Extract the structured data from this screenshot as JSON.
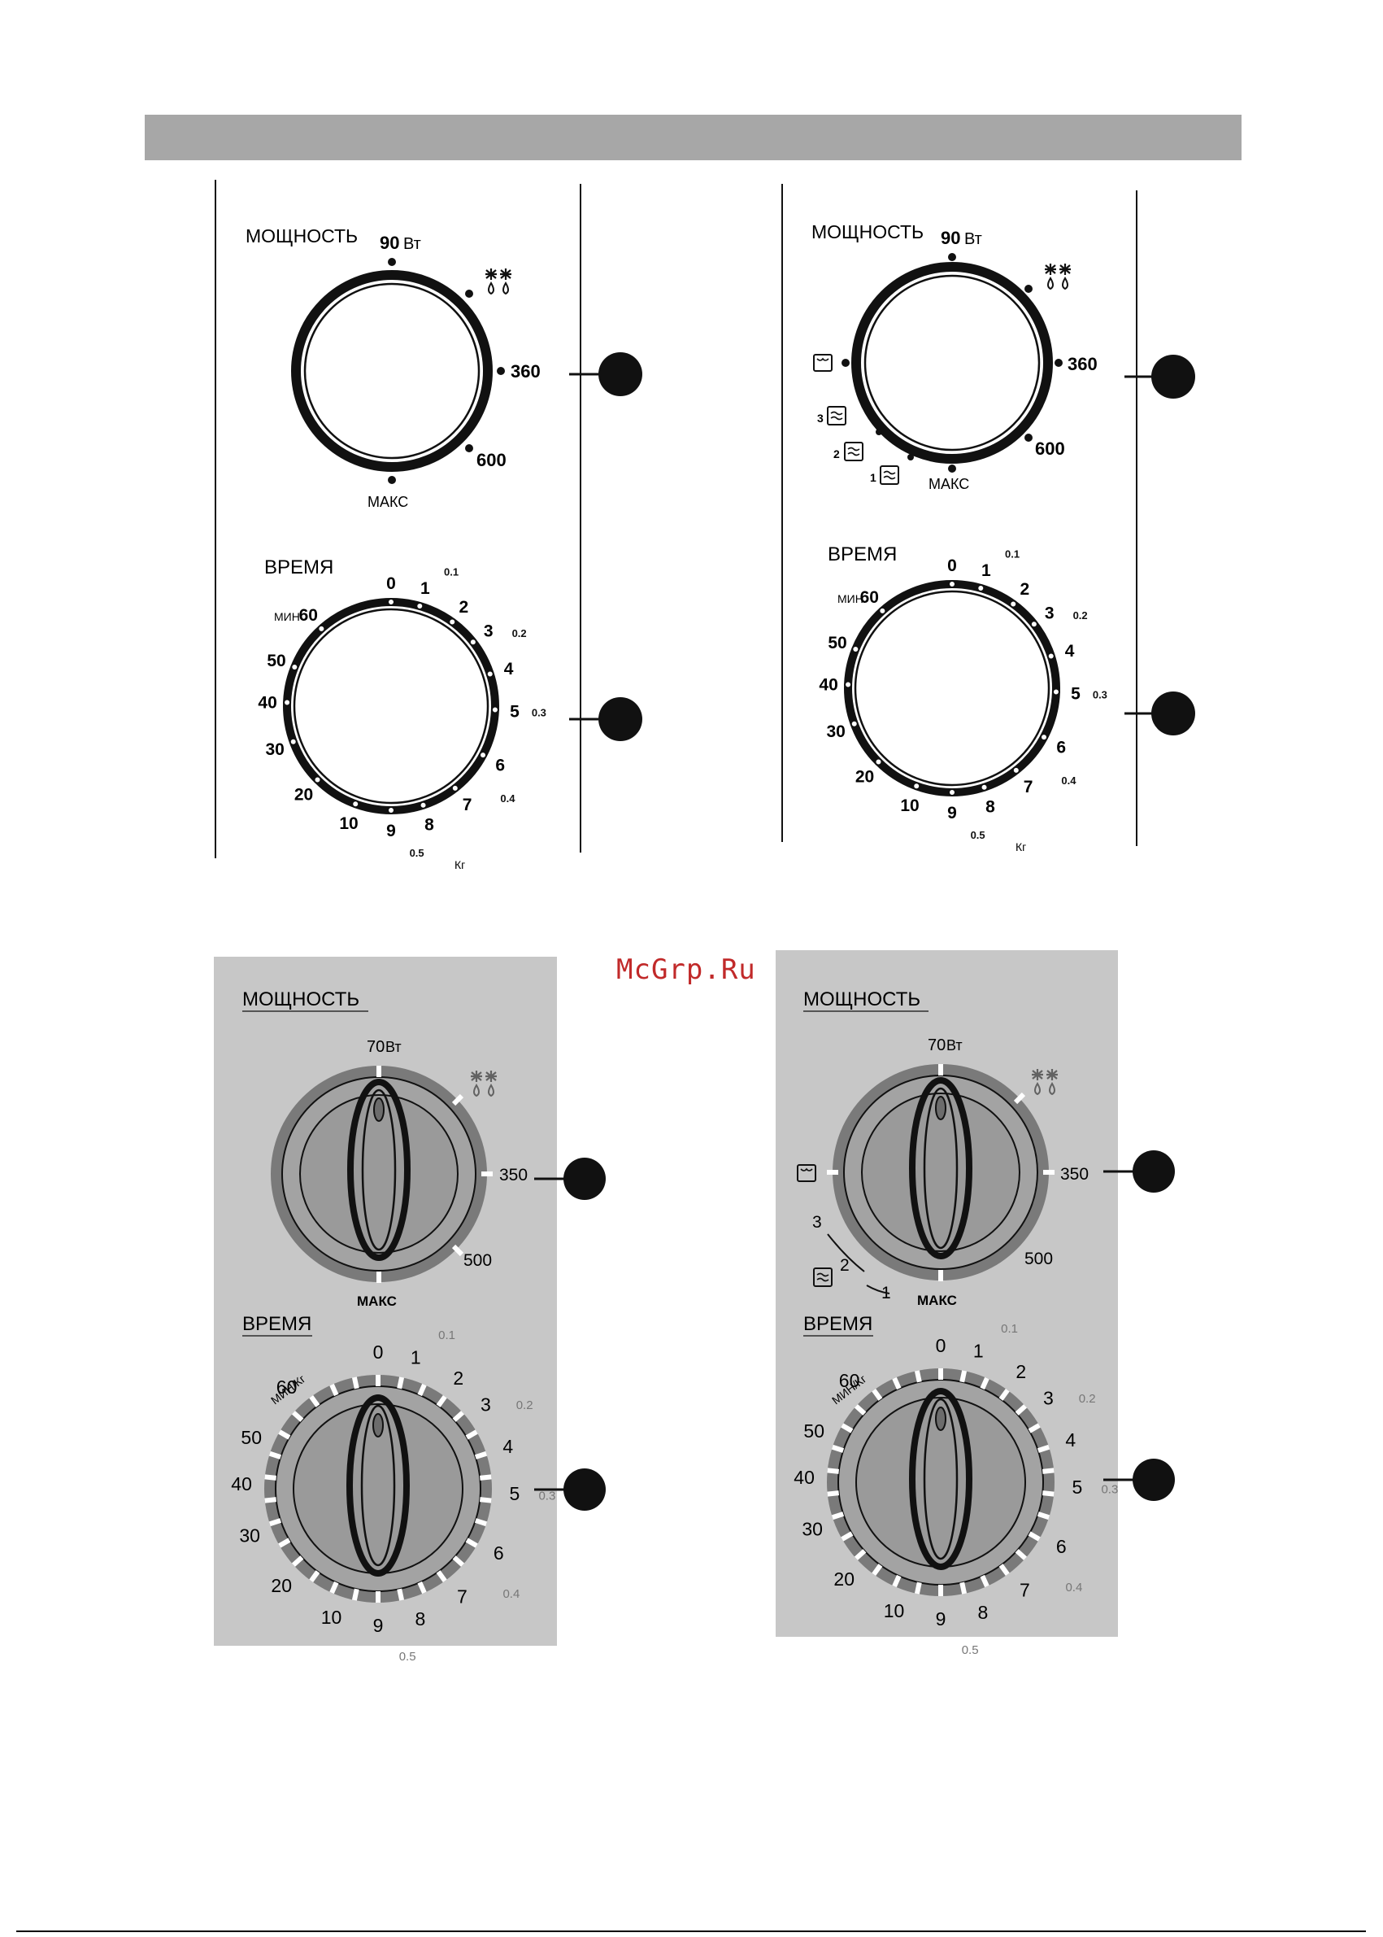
{
  "colors": {
    "header_band": "#a7a7a7",
    "watermark": "#c12a2a",
    "panel_bg": "#c7c7c7",
    "dial_face": "#9a9a9a",
    "dial_ring": "#7a7a7a",
    "ink": "#111111",
    "callout_dot": "#111111"
  },
  "watermark": "McGrp.Ru",
  "panels": [
    {
      "id": "A",
      "style": "line-art",
      "power": {
        "title": "МОЩНОСТЬ",
        "top_value": "90",
        "top_unit": "Вт",
        "defrost_icon": "defrost-icon",
        "label_360": "360",
        "label_600": "600",
        "bottom_label": "МАКС"
      },
      "time": {
        "title": "ВРЕМЯ",
        "unit_min": "МИН",
        "unit_kg": "Кг",
        "minute_labels": [
          "0",
          "1",
          "2",
          "3",
          "4",
          "5",
          "6",
          "7",
          "8",
          "9",
          "10",
          "20",
          "30",
          "40",
          "50",
          "60"
        ],
        "weight_labels": [
          "0.1",
          "0.2",
          "0.3",
          "0.4",
          "0.5"
        ]
      }
    },
    {
      "id": "B",
      "style": "line-art",
      "power": {
        "title": "МОЩНОСТЬ",
        "top_value": "90",
        "top_unit": "Вт",
        "defrost_icon": "defrost-icon",
        "label_360": "360",
        "label_600": "600",
        "bottom_label": "МАКС",
        "combi_labels": [
          "3",
          "2",
          "1"
        ],
        "grill_icon": "grill-icon"
      },
      "time": {
        "title": "ВРЕМЯ",
        "unit_min": "МИН",
        "unit_kg": "Кг",
        "minute_labels": [
          "0",
          "1",
          "2",
          "3",
          "4",
          "5",
          "6",
          "7",
          "8",
          "9",
          "10",
          "20",
          "30",
          "40",
          "50",
          "60"
        ],
        "weight_labels": [
          "0.1",
          "0.2",
          "0.3",
          "0.4",
          "0.5"
        ]
      }
    },
    {
      "id": "C",
      "style": "shaded",
      "power": {
        "title": "МОЩНОСТЬ",
        "top_value": "70",
        "top_unit": "Вт",
        "defrost_icon": "defrost-icon",
        "label_350": "350",
        "label_500": "500",
        "bottom_label": "МАКС"
      },
      "time": {
        "title": "ВРЕМЯ",
        "unit_minkg": "МИН/Кг",
        "minute_labels": [
          "0",
          "1",
          "2",
          "3",
          "4",
          "5",
          "6",
          "7",
          "8",
          "9",
          "10",
          "20",
          "30",
          "40",
          "50",
          "60"
        ],
        "weight_labels": [
          "0.1",
          "0.2",
          "0.3",
          "0.4",
          "0.5"
        ]
      }
    },
    {
      "id": "D",
      "style": "shaded",
      "power": {
        "title": "МОЩНОСТЬ",
        "top_value": "70",
        "top_unit": "Вт",
        "defrost_icon": "defrost-icon",
        "label_350": "350",
        "label_500": "500",
        "bottom_label": "МАКС",
        "combi_labels": [
          "3",
          "2",
          "1"
        ],
        "grill_icon": "grill-icon"
      },
      "time": {
        "title": "ВРЕМЯ",
        "unit_minkg": "МИН/Кг",
        "minute_labels": [
          "0",
          "1",
          "2",
          "3",
          "4",
          "5",
          "6",
          "7",
          "8",
          "9",
          "10",
          "20",
          "30",
          "40",
          "50",
          "60"
        ],
        "weight_labels": [
          "0.1",
          "0.2",
          "0.3",
          "0.4",
          "0.5"
        ]
      }
    }
  ]
}
